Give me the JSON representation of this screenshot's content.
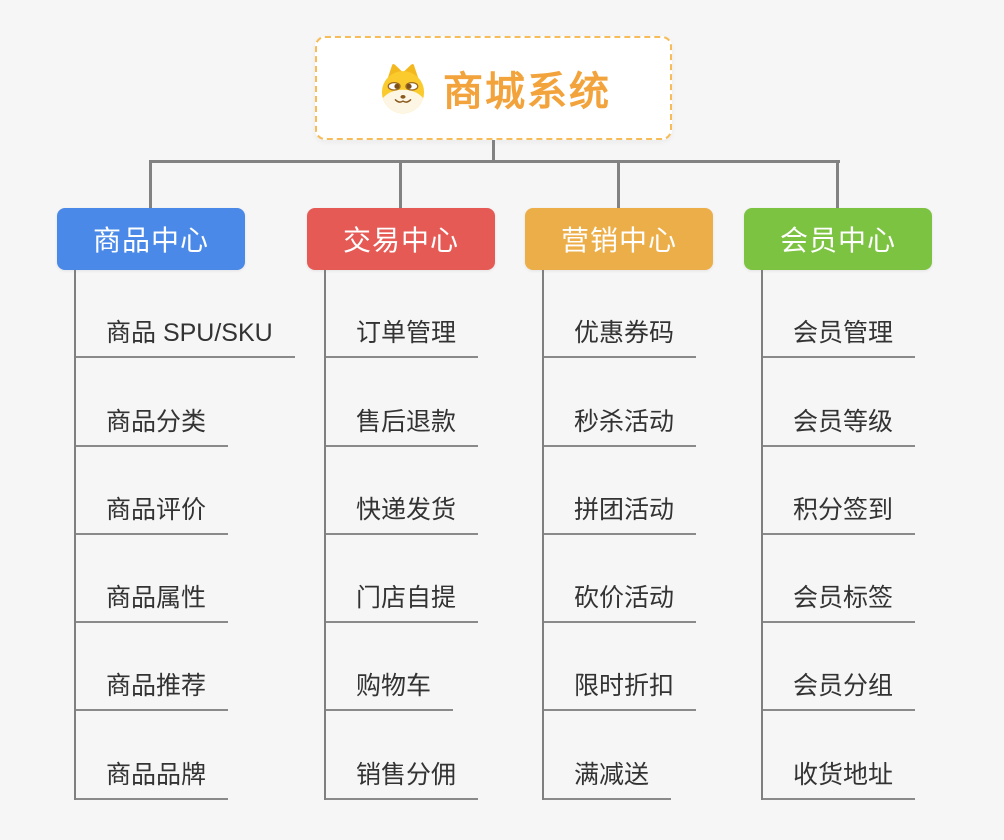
{
  "background_color": "#f6f6f6",
  "connector_color": "#828282",
  "root": {
    "title": "商城系统",
    "icon": "doge-dog-icon",
    "text_color": "#F2A33C",
    "border_color": "#F7BC58"
  },
  "branches": [
    {
      "label": "商品中心",
      "color": "#4A89E8",
      "children": [
        "商品 SPU/SKU",
        "商品分类",
        "商品评价",
        "商品属性",
        "商品推荐",
        "商品品牌"
      ]
    },
    {
      "label": "交易中心",
      "color": "#E65A56",
      "children": [
        "订单管理",
        "售后退款",
        "快递发货",
        "门店自提",
        "购物车",
        "销售分佣"
      ]
    },
    {
      "label": "营销中心",
      "color": "#ECAE49",
      "children": [
        "优惠券码",
        "秒杀活动",
        "拼团活动",
        "砍价活动",
        "限时折扣",
        "满减送"
      ]
    },
    {
      "label": "会员中心",
      "color": "#7CC342",
      "children": [
        "会员管理",
        "会员等级",
        "积分签到",
        "会员标签",
        "会员分组",
        "收货地址"
      ]
    }
  ]
}
